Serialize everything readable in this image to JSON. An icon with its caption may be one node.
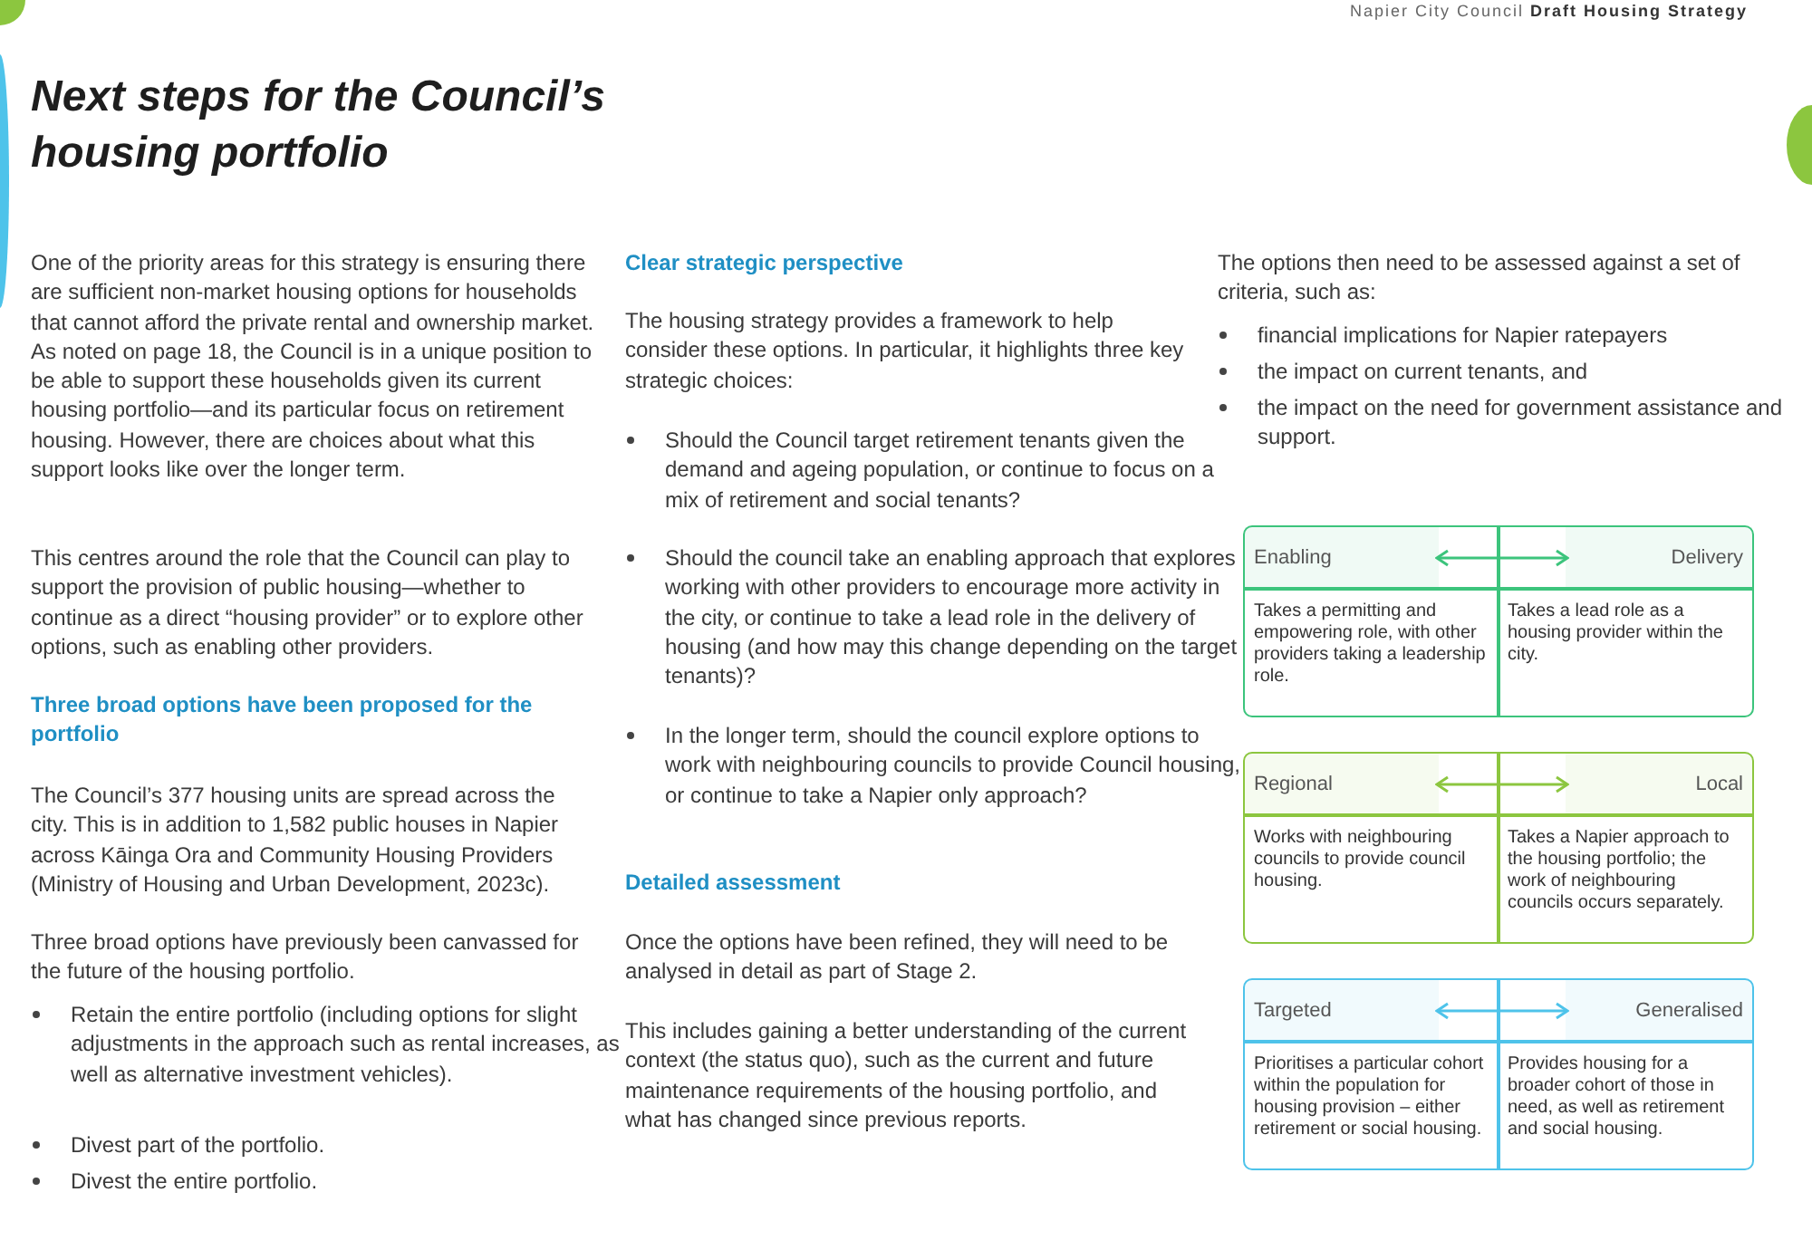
{
  "diagram": {
    "title": "Next steps for the Council’s housing portfolio",
    "nodes": [
      {
        "text": [],
        "shape": "box"
      },
      {
        "text": [
          "Enabling"
        ],
        "in": 0
      },
      {
        "text": [
          "Delivery"
        ],
        "in": 0
      },
      {
        "text": [
          "Takes a permitting and empowering role, with other providers taking a leadership role."
        ],
        "in": 0
      },
      {
        "text": [
          "Takes a lead role as a housing provider within the city."
        ],
        "in": 0
      },
      {
        "text": [],
        "shape": "box"
      },
      {
        "text": [
          "Regional"
        ],
        "in": 5
      },
      {
        "text": [
          "Local"
        ],
        "in": 5
      },
      {
        "text": [
          "Works with neighbouring councils to provide council housing."
        ],
        "in": 5
      },
      {
        "text": [
          "Takes a Napier approach to the housing portfolio; the work of neighbouring councils occurs separately."
        ],
        "in": 5
      },
      {
        "text": [],
        "shape": "box"
      },
      {
        "text": [
          "Targeted"
        ],
        "in": 10
      },
      {
        "text": [
          "Generalised"
        ],
        "in": 10
      },
      {
        "text": [
          "Prioritises a particular cohort within the population for housing provision – either retirement or social housing."
        ],
        "in": 10
      },
      {
        "text": [
          "Provides housing for a broader cohort of those in need, as well as retirement and social housing."
        ],
        "in": 10
      }
    ],
    "edges": [
      {
        "from": 1,
        "to": 2,
        "arrow": "both",
        "color": "#3cc47c"
      },
      {
        "from": 6,
        "to": 7,
        "arrow": "both",
        "color": "#8cc63f"
      },
      {
        "from": 11,
        "to": 12,
        "arrow": "both",
        "color": "#4ec3ea"
      }
    ],
    "labels": [
      "Napier City Council **Draft Housing Strategy**",
      "One of the priority areas for this strategy is ensuring there are sufficient non-market housing options for households that cannot afford the private rental and ownership market. As noted on page 18, the Council is in a unique position to be able to support these households given its current housing portfolio—and its particular focus on retirement housing. However, there are choices about what this support looks like over the longer term.",
      "This centres around the role that the Council can play to support the provision of public housing—whether to continue as a direct “housing provider” or to explore other options, such as enabling other providers.",
      "Three broad options have been proposed for the portfolio",
      "The Council’s 377 housing units are spread across the city. This is in addition to 1,582 public houses in Napier across Kāinga Ora and Community Housing Providers (Ministry of Housing and Urban Development, 2023c).",
      "Three broad options have previously been canvassed for the future of the housing portfolio.",
      "Retain the entire portfolio (including options for slight adjustments in the approach such as rental increases, as well as alternative investment vehicles).",
      "Divest part of the portfolio.",
      "Divest the entire portfolio.",
      "Clear strategic perspective",
      "The housing strategy provides a framework to help consider these options. In particular, it highlights three key strategic choices:",
      "Should the Council target retirement tenants given the demand and ageing population, or continue to focus on a mix of retirement and social tenants?",
      "Should the council take an enabling approach that explores working with other providers to encourage more activity in the city, or continue to take a lead role in the delivery of housing (and how may this change depending on the target tenants)?",
      "In the longer term, should the council explore options to work with neighbouring councils to provide Council housing, or continue to take a Napier only approach?",
      "Detailed assessment",
      "Once the options have been refined, they will need to be analysed in detail as part of Stage 2.",
      "This includes gaining a better understanding of the current context (the status quo), such as the current and future maintenance requirements of the housing portfolio, and what has changed since previous reports.",
      "The options then need to be assessed against a set of criteria, such as:",
      "financial implications for Napier ratepayers",
      "the impact on current tenants, and",
      "the impact on the need for government assistance and support."
    ]
  }
}
